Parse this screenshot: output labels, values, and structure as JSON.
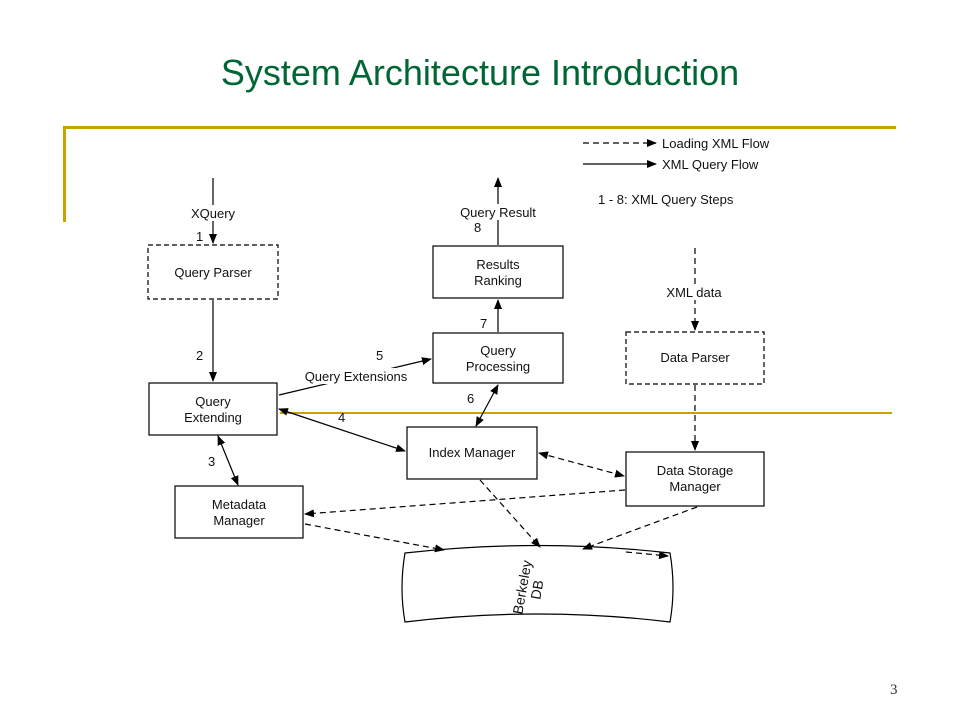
{
  "title": "System Architecture Introduction",
  "page_number": "3",
  "colors": {
    "title": "#006633",
    "accent_rule": "#c9a400",
    "line": "#000000"
  },
  "legend": {
    "loading": "Loading XML Flow",
    "query": "XML Query Flow",
    "steps": "1 - 8: XML Query Steps"
  },
  "nodes": {
    "query_parser": "Query Parser",
    "query_extending": [
      "Query",
      "Extending"
    ],
    "metadata_manager": [
      "Metadata",
      "Manager"
    ],
    "index_manager": "Index Manager",
    "query_processing": [
      "Query",
      "Processing"
    ],
    "results_ranking": [
      "Results",
      "Ranking"
    ],
    "data_parser": "Data Parser",
    "data_storage_manager": [
      "Data Storage",
      "Manager"
    ],
    "berkeley_db": [
      "Berkeley",
      "DB"
    ]
  },
  "labels": {
    "xquery": "XQuery",
    "query_result": "Query Result",
    "xml_data": "XML data",
    "query_extensions": "Query Extensions"
  },
  "steps": [
    "1",
    "2",
    "3",
    "4",
    "5",
    "6",
    "7",
    "8"
  ]
}
